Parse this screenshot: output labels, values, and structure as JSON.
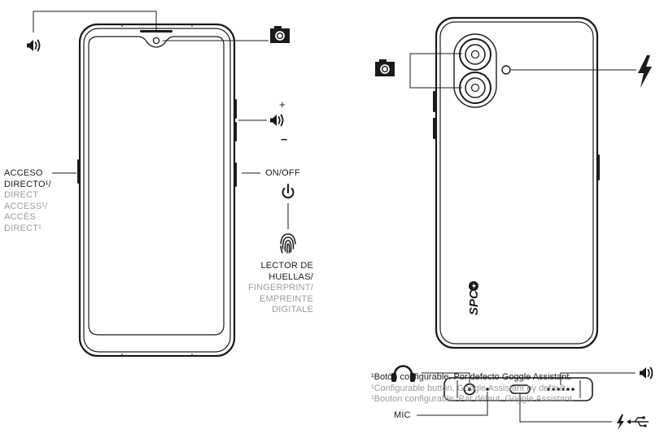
{
  "labels": {
    "volume_plus": "+",
    "volume_minus": "–",
    "shortcut": {
      "line1": "ACCESO",
      "line2": "DIRECTO¹/",
      "en1": "DIRECT",
      "en2": "ACCESS¹/",
      "fr1": "ACCÈS",
      "fr2": "DIRECT¹"
    },
    "power": "ON/OFF",
    "fingerprint": {
      "es1": "LECTOR DE",
      "es2": "HUELLAS/",
      "en": "FINGERPRINT/",
      "fr1": "EMPREINTE",
      "fr2": "DIGITALE"
    },
    "mic": "MIC",
    "brand": "SPC"
  },
  "footnote": {
    "es": "¹Botón configurable. Por defecto Goggle Assistant.",
    "en": "¹Configurable button, Google Assistant by default.",
    "fr": "¹Bouton configurable. Par défaut, Goggle Assistant."
  },
  "icons": [
    "speaker-icon",
    "camera-icon",
    "power-icon",
    "fingerprint-icon",
    "flash-icon",
    "headphones-icon",
    "charge-icon",
    "usb-icon"
  ],
  "colors": {
    "ink": "#1a1a1a",
    "secondary": "#9a9a9a"
  }
}
